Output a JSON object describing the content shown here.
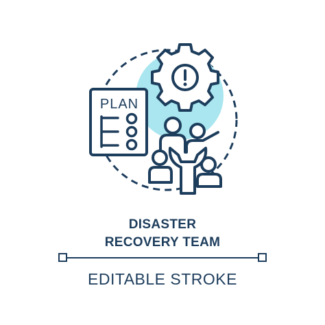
{
  "caption": {
    "line1": "DISASTER",
    "line2": "RECOVERY TEAM"
  },
  "footer": {
    "label": "EDITABLE STROKE"
  },
  "icon": {
    "plan_text": "PLAN",
    "alert_glyph": "!",
    "names": [
      "plan-checklist-icon",
      "gear-alert-icon",
      "team-people-icon",
      "wrench-icon"
    ]
  },
  "colors": {
    "stroke": "#1d3d5c",
    "accent": "#a9e6ef",
    "outline": "#ffffff"
  }
}
